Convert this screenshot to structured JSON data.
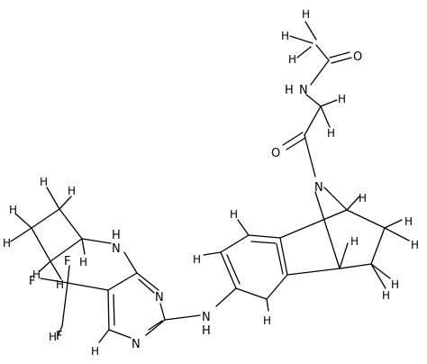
{
  "structure": {
    "labels": {
      "hydrogen": "H",
      "nitrogen": "N",
      "oxygen": "O",
      "fluorine": "F"
    }
  }
}
